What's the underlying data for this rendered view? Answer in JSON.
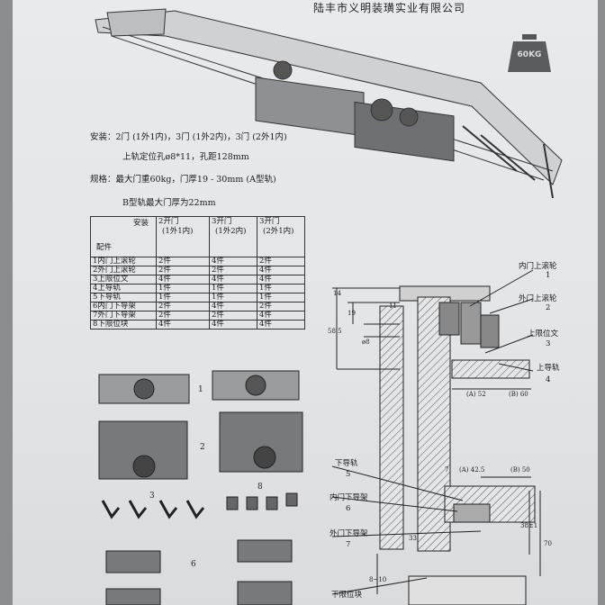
{
  "company": "陆丰市义明装璜实业有限公司",
  "weight_label": "60KG",
  "install_line": "安装：2门 (1外1内)，3门 (1外2内)，3门 (2外1内)",
  "hole_line": "上轨定位孔ø8*11，孔距128mm",
  "spec_line": "规格：最大门重60kg，门厚19 - 30mm (A型轨)",
  "b_line": "B型轨最大门厚为22mm",
  "table": {
    "corner_top": "安装",
    "corner_bottom": "配件",
    "columns": [
      {
        "line1": "2开门",
        "line2": "(1外1内)"
      },
      {
        "line1": "3开门",
        "line2": "(1外2内)"
      },
      {
        "line1": "3开门",
        "line2": "(2外1内)"
      }
    ],
    "rows": [
      {
        "name": "1内门上滚轮",
        "c1": "2件",
        "c2": "4件",
        "c3": "2件"
      },
      {
        "name": "2外门上滚轮",
        "c1": "2件",
        "c2": "2件",
        "c3": "4件"
      },
      {
        "name": "3上限位文",
        "c1": "4件",
        "c2": "4件",
        "c3": "4件"
      },
      {
        "name": "4上导轨",
        "c1": "1件",
        "c2": "1件",
        "c3": "1件"
      },
      {
        "name": "5下导轨",
        "c1": "1件",
        "c2": "1件",
        "c3": "1件"
      },
      {
        "name": "6内门下导架",
        "c1": "2件",
        "c2": "4件",
        "c3": "2件"
      },
      {
        "name": "7外门下导架",
        "c1": "2件",
        "c2": "2件",
        "c3": "4件"
      },
      {
        "name": "8下限位块",
        "c1": "4件",
        "c2": "4件",
        "c3": "4件"
      }
    ]
  },
  "part_numbers": [
    "1",
    "2",
    "3",
    "8",
    "6"
  ],
  "callouts": {
    "inner_top_roller": "内门上滚轮",
    "inner_top_roller_num": "1",
    "outer_top_roller": "外门上滚轮",
    "outer_top_roller_num": "2",
    "top_limit": "上限位文",
    "top_limit_num": "3",
    "top_rail": "上导轨",
    "top_rail_num": "4",
    "bottom_rail": "下导轨",
    "bottom_rail_num": "5",
    "inner_bottom_guide": "内门下导架",
    "inner_bottom_guide_num": "6",
    "outer_bottom_guide": "外门下导架",
    "outer_bottom_guide_num": "7",
    "bottom_limit": "下限位块"
  },
  "dimensions": {
    "d14": "14",
    "d19": "19",
    "d11": "11",
    "d585": "58.5",
    "d8": "ø8",
    "a52": "(A) 52",
    "b60": "(B) 60",
    "a425": "(A) 42.5",
    "b50": "(B) 50",
    "d7": "7",
    "d33": "33",
    "d38": "38±1",
    "d70": "70",
    "d810": "8~10"
  }
}
